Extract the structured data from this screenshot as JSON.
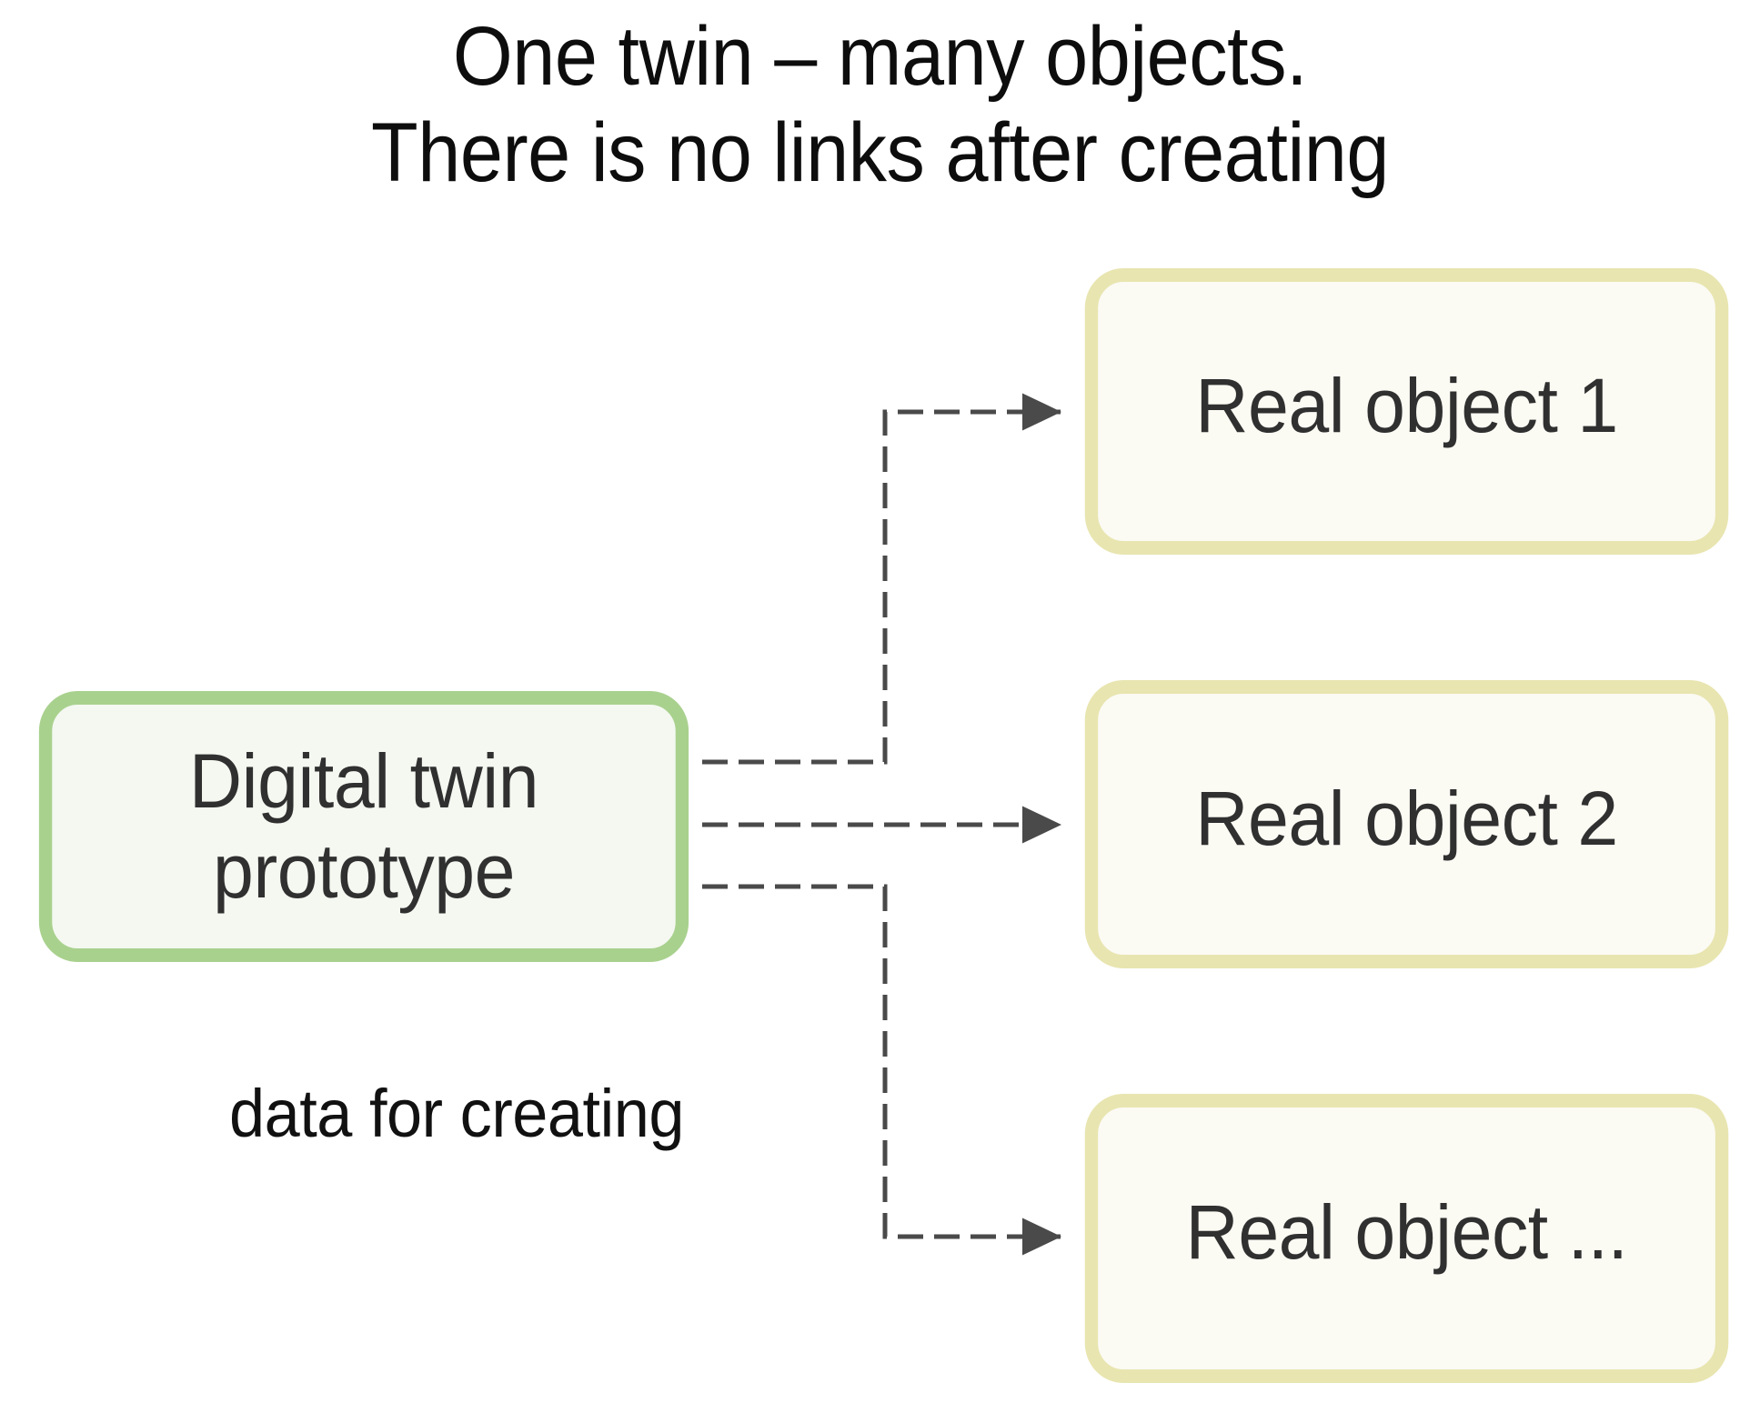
{
  "title": {
    "line1": "One twin – many objects.",
    "line2": "There is no links after creating"
  },
  "source_node": {
    "label": "Digital twin prototype",
    "border_color": "#a9d18e",
    "fill_color": "#f4f8f1"
  },
  "target_nodes": [
    {
      "label": "Real object 1",
      "border_color": "#e8e5b0",
      "fill_color": "#fbfaf3"
    },
    {
      "label": "Real object 2",
      "border_color": "#e8e5b0",
      "fill_color": "#fbfaf3"
    },
    {
      "label": "Real object ...",
      "border_color": "#e8e5b0",
      "fill_color": "#fbfaf3"
    }
  ],
  "edges": [
    {
      "from": "Digital twin prototype",
      "to": "Real object 1",
      "style": "dashed",
      "arrow": "filled-triangle"
    },
    {
      "from": "Digital twin prototype",
      "to": "Real object 2",
      "style": "dashed",
      "arrow": "filled-triangle"
    },
    {
      "from": "Digital twin prototype",
      "to": "Real object ...",
      "style": "dashed",
      "arrow": "filled-triangle"
    }
  ],
  "edge_label": "data for creating",
  "colors": {
    "background": "#ffffff",
    "title_text": "#0d0d0d",
    "node_text": "#303030",
    "connector": "#4a4a4a"
  }
}
